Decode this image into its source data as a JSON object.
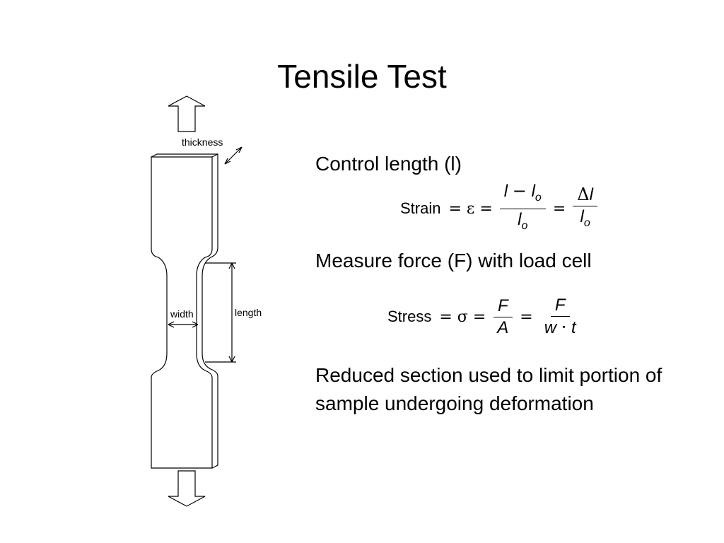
{
  "slide": {
    "title": "Tensile Test"
  },
  "diagram": {
    "labels": {
      "thickness": "thickness",
      "width": "width",
      "length": "length"
    }
  },
  "bullets": [
    "Control length (l)",
    "Measure force (F) with load cell",
    "Reduced section used to limit portion of sample undergoing deformation"
  ],
  "equations": {
    "strain": {
      "word": "Strain",
      "eq1": "=",
      "symbol": "ε",
      "eq2": "=",
      "frac1_num_a": "l",
      "frac1_num_minus": "−",
      "frac1_num_b": "l",
      "frac1_num_b_sub": "o",
      "frac1_den": "l",
      "frac1_den_sub": "o",
      "eq3": "=",
      "frac2_num_delta": "Δ",
      "frac2_num": "l",
      "frac2_den": "l",
      "frac2_den_sub": "o"
    },
    "stress": {
      "word": "Stress",
      "eq1": "=",
      "symbol": "σ",
      "eq2": "=",
      "frac1_num": "F",
      "frac1_den": "A",
      "eq3": "=",
      "frac2_num": "F",
      "frac2_den_w": "w",
      "frac2_den_dot": "·",
      "frac2_den_t": "t"
    }
  }
}
